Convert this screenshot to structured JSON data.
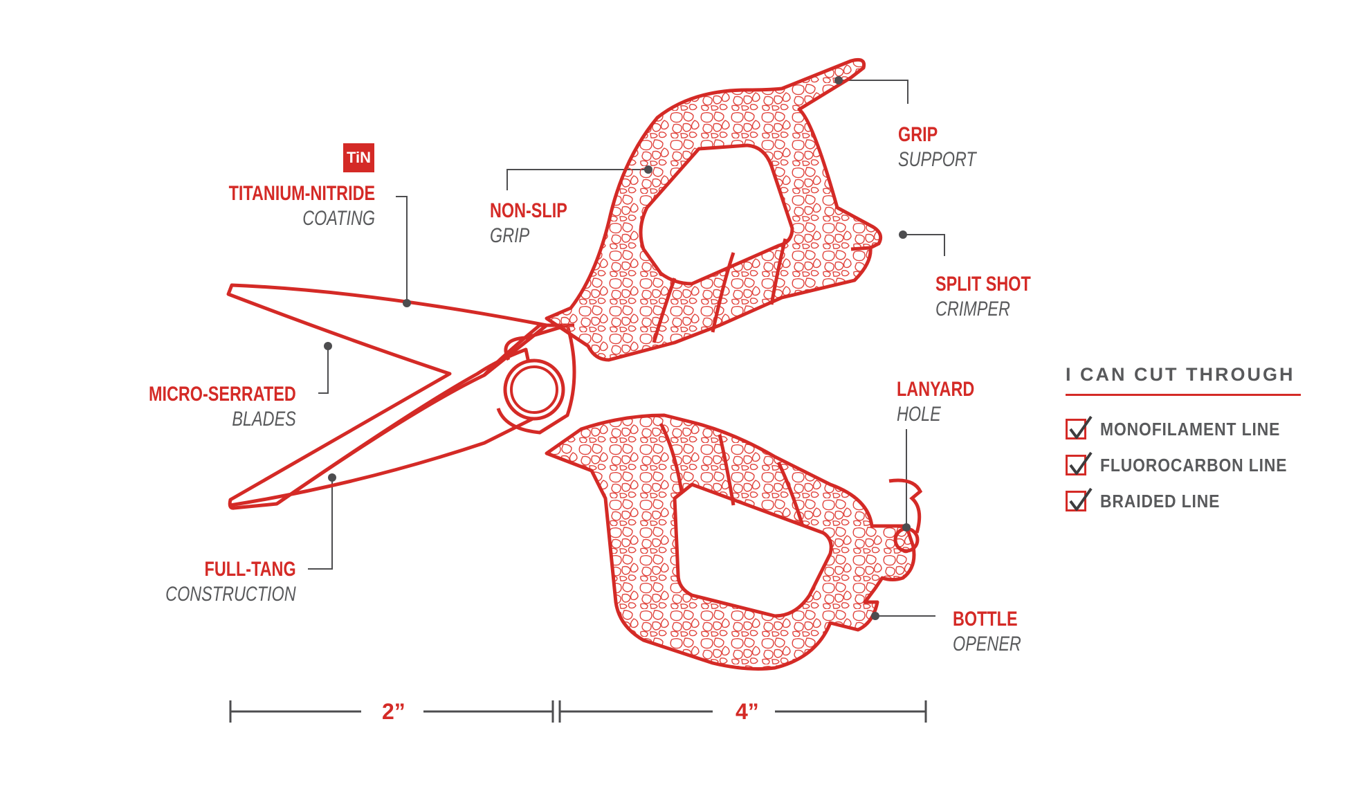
{
  "coating_badge": "TiN",
  "labels": {
    "titanium": {
      "line1": "TITANIUM-NITRIDE",
      "line2": "COATING"
    },
    "micro": {
      "line1": "MICRO-SERRATED",
      "line2": "BLADES"
    },
    "fulltang": {
      "line1": "FULL-TANG",
      "line2": "CONSTRUCTION"
    },
    "nonslip": {
      "line1": "NON-SLIP",
      "line2": "GRIP"
    },
    "grip_support": {
      "line1": "GRIP",
      "line2": "SUPPORT"
    },
    "split_shot": {
      "line1": "SPLIT SHOT",
      "line2": "CRIMPER"
    },
    "lanyard": {
      "line1": "LANYARD",
      "line2": "HOLE"
    },
    "bottle": {
      "line1": "BOTTLE",
      "line2": "OPENER"
    }
  },
  "dimensions": {
    "blade": "2”",
    "handle": "4”"
  },
  "legend": {
    "title": "I CAN CUT THROUGH",
    "items": [
      "MONOFILAMENT LINE",
      "FLUOROCARBON LINE",
      "BRAIDED LINE"
    ]
  },
  "colors": {
    "accent": "#d42a26",
    "text_gray": "#58595b",
    "line_gray": "#4d4d4f"
  }
}
